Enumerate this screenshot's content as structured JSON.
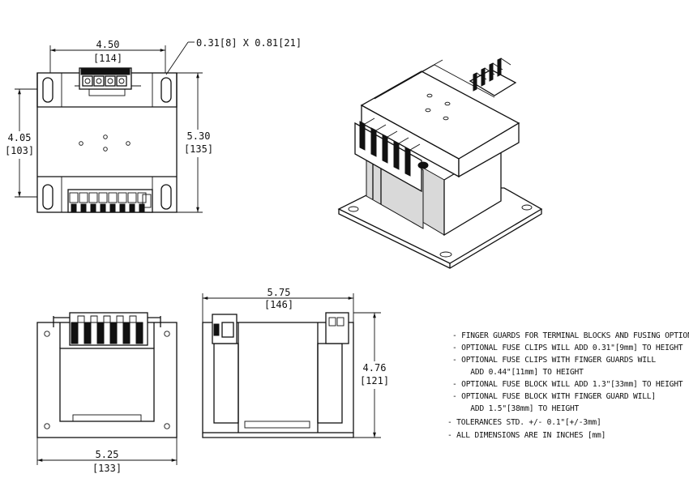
{
  "dimensions": {
    "top_width": {
      "value": "4.50",
      "metric": "[114]"
    },
    "slot": {
      "label": "0.31[8] X 0.81[21]"
    },
    "left_height": {
      "value": "4.05",
      "metric": "[103]"
    },
    "right_height": {
      "value": "5.30",
      "metric": "[135]"
    },
    "side_width": {
      "value": "5.75",
      "metric": "[146]"
    },
    "side_height": {
      "value": "4.76",
      "metric": "[121]"
    },
    "front_width": {
      "value": "5.25",
      "metric": "[133]"
    }
  },
  "notes": [
    "- FINGER GUARDS FOR TERMINAL BLOCKS AND FUSING OPTIONAL",
    "- OPTIONAL FUSE CLIPS WILL ADD 0.31\"[9mm] TO HEIGHT",
    "- OPTIONAL FUSE CLIPS WITH FINGER GUARDS WILL",
    "    ADD 0.44\"[11mm] TO HEIGHT",
    "- OPTIONAL FUSE BLOCK WILL ADD 1.3\"[33mm] TO HEIGHT",
    "- OPTIONAL FUSE BLOCK WITH FINGER GUARD WILL]",
    "    ADD 1.5\"[38mm] TO HEIGHT",
    "- TOLERANCES STD. +/- 0.1\"[+/-3mm]",
    "- ALL DIMENSIONS ARE IN INCHES [mm]"
  ]
}
